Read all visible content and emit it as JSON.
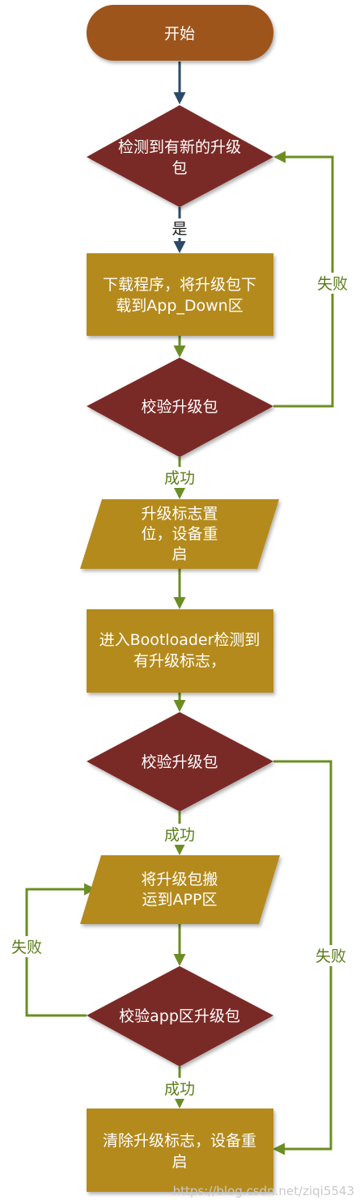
{
  "colors": {
    "start": "#9e541b",
    "process": "#b48a1e",
    "decision": "#7a2b27",
    "arrow_main": "#2a4a6a",
    "arrow_green": "#6b8e23",
    "label_green": "#5a7d1a",
    "label_dark": "#1a1a1a"
  },
  "nodes": {
    "start": {
      "label": "开始"
    },
    "check_new": {
      "line1": "检测到有新的升级",
      "line2": "包"
    },
    "download": {
      "line1": "下载程序，将升级包下",
      "line2": "载到App_Down区"
    },
    "verify1": {
      "label": "校验升级包"
    },
    "set_flag": {
      "line1": "升级标志置",
      "line2": "位，设备重",
      "line3": "启"
    },
    "bootloader": {
      "line1": "进入Bootloader检测到",
      "line2": "有升级标志，"
    },
    "verify2": {
      "label": "校验升级包"
    },
    "move": {
      "line1": "将升级包搬",
      "line2": "运到APP区"
    },
    "verify_app": {
      "label": "校验app区升级包"
    },
    "clear": {
      "line1": "清除升级标志，设备重",
      "line2": "启"
    }
  },
  "edge_labels": {
    "yes": "是",
    "fail_top": "失败",
    "success1": "成功",
    "success2": "成功",
    "fail_left": "失败",
    "fail_right": "失败",
    "success3": "成功"
  },
  "watermark": "https://blog.csdn.net/ziqi5543"
}
